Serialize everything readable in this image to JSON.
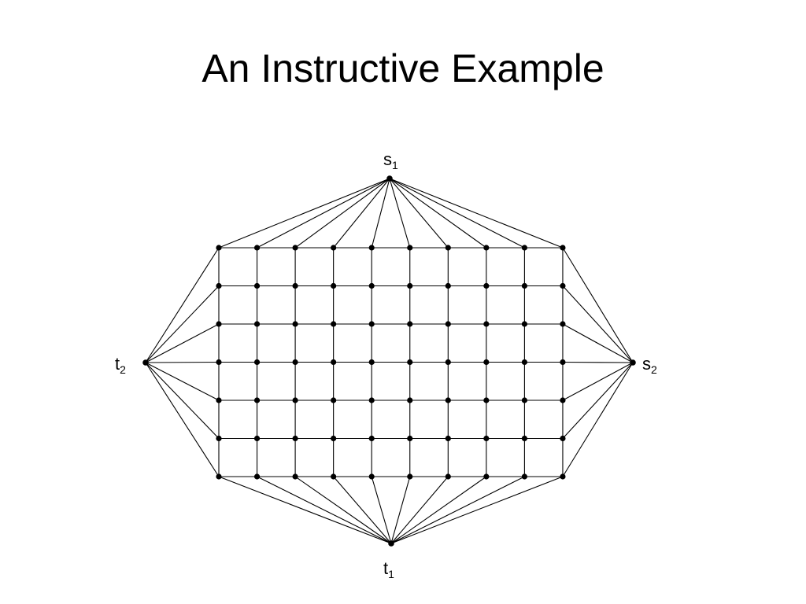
{
  "slide": {
    "title": "An Instructive Example"
  },
  "graph": {
    "grid": {
      "rows": 7,
      "cols": 10
    },
    "terminals": [
      {
        "id": "s1",
        "letter": "s",
        "index": "1",
        "connects": "top-row"
      },
      {
        "id": "t1",
        "letter": "t",
        "index": "1",
        "connects": "bottom-row"
      },
      {
        "id": "t2",
        "letter": "t",
        "index": "2",
        "connects": "left-column"
      },
      {
        "id": "s2",
        "letter": "s",
        "index": "2",
        "connects": "right-column"
      }
    ],
    "colors": {
      "edge": "#000000",
      "node": "#000000"
    }
  }
}
